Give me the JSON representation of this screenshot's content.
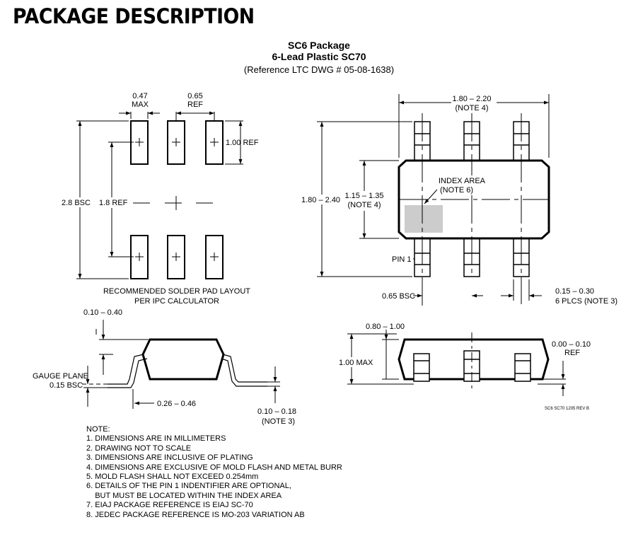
{
  "page": {
    "title": "PACKAGE DESCRIPTION",
    "package_name": "SC6 Package",
    "package_subtitle": "6-Lead Plastic SC70",
    "reference": "(Reference LTC DWG # 05-08-1638)"
  },
  "solder_layout": {
    "caption_line1": "RECOMMENDED SOLDER PAD LAYOUT",
    "caption_line2": "PER IPC CALCULATOR",
    "dim_pad_width": "0.47",
    "dim_pad_width_qual": "MAX",
    "dim_pitch": "0.65",
    "dim_pitch_qual": "REF",
    "dim_pad_length": "1.00 REF",
    "dim_total": "2.8 BSC",
    "dim_row_spacing": "1.8 REF"
  },
  "top_view": {
    "dim_length": "1.80 – 2.20",
    "dim_length_note": "(NOTE 4)",
    "dim_width": "1.80 – 2.40",
    "dim_body": "1.15 – 1.35",
    "dim_body_note": "(NOTE 4)",
    "index_area": "INDEX AREA",
    "index_note": "(NOTE 6)",
    "pin1": "PIN 1",
    "dim_pitch": "0.65 BSC",
    "dim_lead_width": "0.15 – 0.30",
    "dim_lead_width_note": "6 PLCS (NOTE 3)"
  },
  "side_view": {
    "dim_foot": "0.10 – 0.40",
    "gauge_plane": "GAUGE PLANE",
    "gauge_value": "0.15 BSC",
    "dim_lead_len": "0.26 – 0.46",
    "dim_thickness": "0.10 – 0.18",
    "dim_thickness_note": "(NOTE 3)"
  },
  "end_view": {
    "dim_body_h": "0.80 – 1.00",
    "dim_total_h": "1.00 MAX",
    "dim_standoff": "0.00 – 0.10",
    "dim_standoff_qual": "REF"
  },
  "notes": {
    "heading": "NOTE:",
    "items": [
      "1. DIMENSIONS ARE IN MILLIMETERS",
      "2. DRAWING NOT TO SCALE",
      "3. DIMENSIONS ARE INCLUSIVE OF PLATING",
      "4. DIMENSIONS ARE EXCLUSIVE OF MOLD FLASH AND METAL BURR",
      "5. MOLD FLASH SHALL NOT EXCEED 0.254mm",
      "6. DETAILS OF THE PIN 1 INDENTIFIER ARE OPTIONAL,",
      "    BUT MUST BE LOCATED WITHIN THE INDEX AREA",
      "7. EIAJ PACKAGE REFERENCE IS EIAJ SC-70",
      "8. JEDEC PACKAGE REFERENCE IS MO-203 VARIATION AB"
    ]
  },
  "rev_code": "SC6 SC70 1205 REV B",
  "colors": {
    "index_area_fill": "#cccccc",
    "line": "#000000"
  }
}
